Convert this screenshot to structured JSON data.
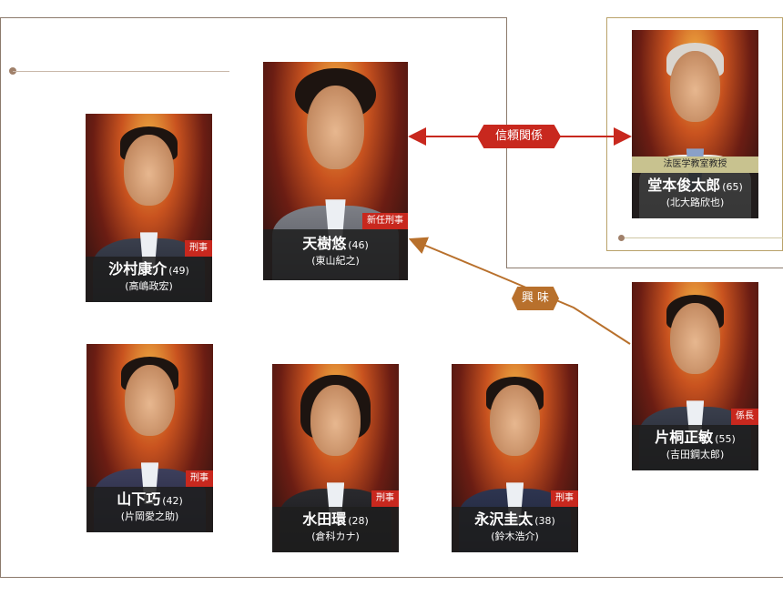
{
  "relations": [
    {
      "label": "信頼関係",
      "color": "#c8281e"
    },
    {
      "label": "興 味",
      "color": "#b8702c"
    }
  ],
  "characters": [
    {
      "role": "新任刑事",
      "name": "天樹悠",
      "age": "(46)",
      "actor": "(東山紀之)"
    },
    {
      "role": "法医学教室教授",
      "name": "堂本俊太郎",
      "age": "(65)",
      "actor": "(北大路欣也)"
    },
    {
      "role": "刑事",
      "name": "沙村康介",
      "age": "(49)",
      "actor": "(高嶋政宏)"
    },
    {
      "role": "係長",
      "name": "片桐正敏",
      "age": "(55)",
      "actor": "(吉田鋼太郎)"
    },
    {
      "role": "刑事",
      "name": "山下巧",
      "age": "(42)",
      "actor": "(片岡愛之助)"
    },
    {
      "role": "刑事",
      "name": "水田環",
      "age": "(28)",
      "actor": "(倉科カナ)"
    },
    {
      "role": "刑事",
      "name": "永沢圭太",
      "age": "(38)",
      "actor": "(鈴木浩介)"
    }
  ]
}
